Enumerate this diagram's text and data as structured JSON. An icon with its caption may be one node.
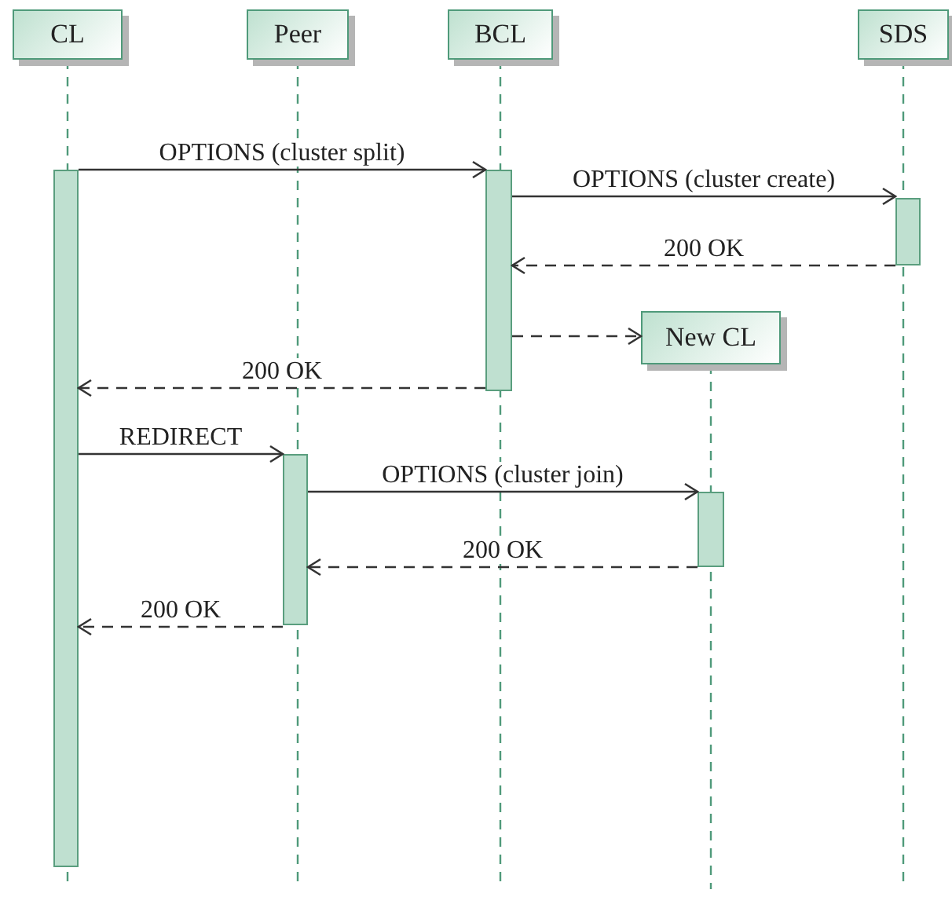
{
  "diagram": {
    "nodes": [
      {
        "text": [
          "CL"
        ]
      },
      {
        "text": [
          "Peer"
        ]
      },
      {
        "text": [
          "BCL"
        ]
      },
      {
        "text": [
          "SDS"
        ]
      },
      {
        "text": [
          "New CL"
        ]
      },
      {
        "text": [],
        "shape": "bar"
      },
      {
        "text": [],
        "shape": "bar"
      },
      {
        "text": [],
        "shape": "bar"
      },
      {
        "text": [],
        "shape": "bar"
      },
      {
        "text": [],
        "shape": "bar"
      }
    ],
    "edges": [
      {
        "from": 5,
        "to": 6,
        "arrow": "to",
        "label": "OPTIONS (cluster split)"
      },
      {
        "from": 6,
        "to": 7,
        "arrow": "to",
        "label": "OPTIONS (cluster create)"
      },
      {
        "from": 7,
        "to": 6,
        "arrow": "to",
        "label": "200 OK",
        "style": "dashed"
      },
      {
        "from": 6,
        "to": 4,
        "arrow": "to",
        "style": "dashed"
      },
      {
        "from": 6,
        "to": 5,
        "arrow": "to",
        "label": "200 OK",
        "style": "dashed"
      },
      {
        "from": 5,
        "to": 8,
        "arrow": "to",
        "label": "REDIRECT"
      },
      {
        "from": 8,
        "to": 9,
        "arrow": "to",
        "label": "OPTIONS (cluster join)"
      },
      {
        "from": 9,
        "to": 8,
        "arrow": "to",
        "label": "200 OK",
        "style": "dashed"
      },
      {
        "from": 8,
        "to": 5,
        "arrow": "to",
        "label": "200 OK",
        "style": "dashed"
      }
    ]
  }
}
